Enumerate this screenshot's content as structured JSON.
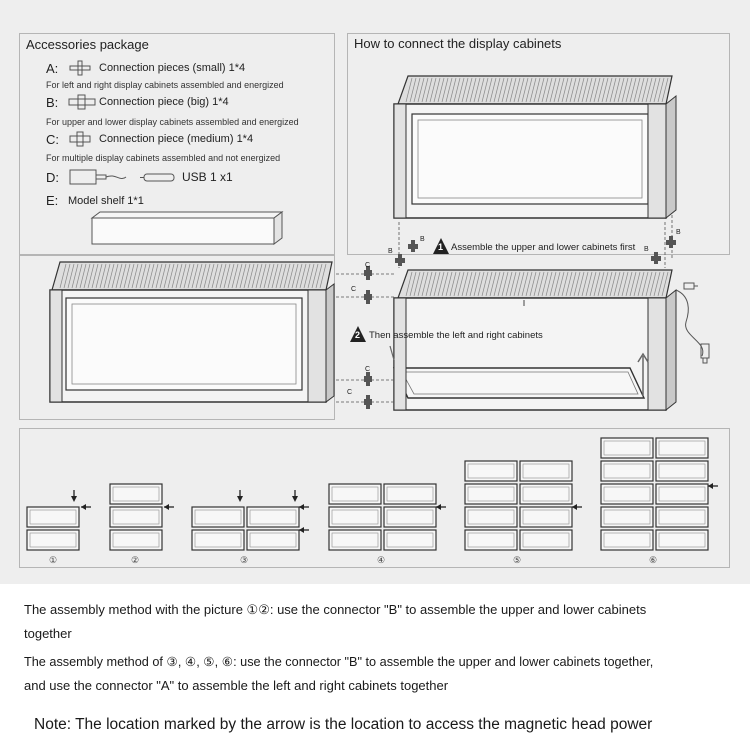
{
  "accessories": {
    "title": "Accessories package",
    "items": [
      {
        "letter": "A:",
        "label": "Connection pieces (small) 1*4",
        "note": "For left and right display cabinets assembled and energized"
      },
      {
        "letter": "B:",
        "label": "Connection piece (big)  1*4",
        "note": "For upper and lower display cabinets assembled and energized"
      },
      {
        "letter": "C:",
        "label": "Connection piece (medium)  1*4",
        "note": "For multiple display cabinets assembled and not energized"
      },
      {
        "letter": "D:",
        "label": "USB 1 x1",
        "note": ""
      },
      {
        "letter": "E:",
        "label": "Model shelf 1*1",
        "note": ""
      }
    ]
  },
  "connect": {
    "title": "How to connect the display cabinets",
    "step1": "Assemble the upper and lower cabinets first",
    "step1_num": "1",
    "step2": "Then assemble the left and right cabinets",
    "step2_num": "2",
    "connector_b": "B",
    "connector_c": "C"
  },
  "configs": {
    "labels": [
      "①",
      "②",
      "③",
      "④",
      "⑤",
      "⑥"
    ]
  },
  "captions": {
    "line1a": "The assembly method with the picture ①②: use the connector \"B\" to assemble the upper and lower cabinets",
    "line1b": "together",
    "line2a": "The assembly method of ③, ④, ⑤, ⑥: use the connector \"B\" to assemble the upper and lower cabinets together,",
    "line2b": "and use the connector \"A\" to assemble the left and right cabinets together",
    "note": "Note: The location marked by the arrow is the location to access the magnetic head power"
  }
}
